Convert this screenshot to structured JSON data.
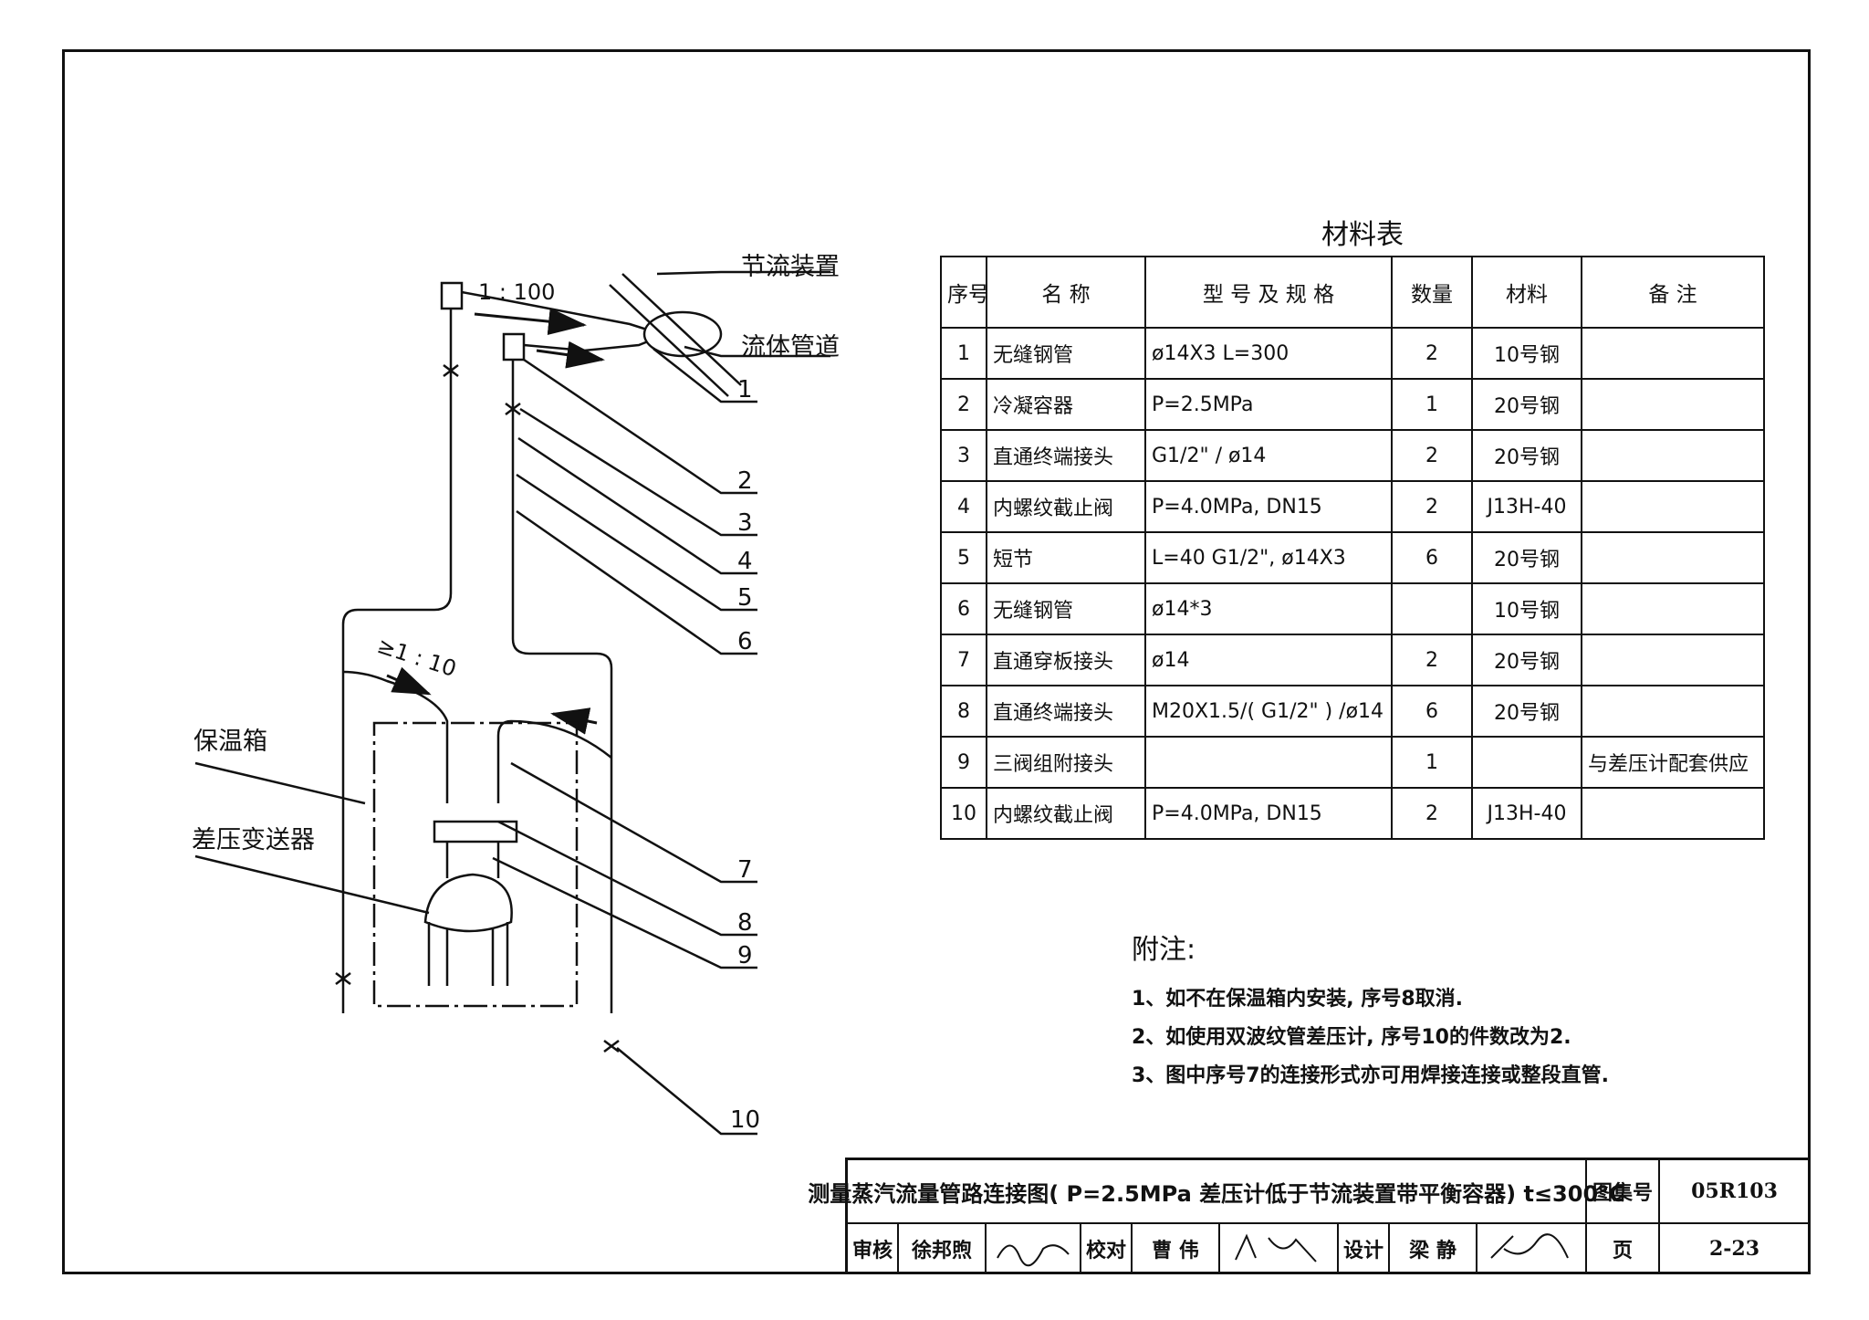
{
  "diagram": {
    "labels": {
      "throttle_device": "节流装置",
      "fluid_pipe": "流体管道",
      "insulation_box": "保温箱",
      "dp_transmitter": "差压变送器",
      "slope_top": "1 : 100",
      "slope_mid": "≥1 : 10"
    },
    "callouts": [
      "1",
      "2",
      "3",
      "4",
      "5",
      "6",
      "7",
      "8",
      "9",
      "10"
    ]
  },
  "material_table": {
    "title": "材料表",
    "headers": [
      "序号",
      "名 称",
      "型 号 及 规 格",
      "数量",
      "材料",
      "备 注"
    ],
    "rows": [
      [
        "1",
        "无缝钢管",
        "ø14X3 L=300",
        "2",
        "10号钢",
        ""
      ],
      [
        "2",
        "冷凝容器",
        "P=2.5MPa",
        "1",
        "20号钢",
        ""
      ],
      [
        "3",
        "直通终端接头",
        "G1/2\" / ø14",
        "2",
        "20号钢",
        ""
      ],
      [
        "4",
        "内螺纹截止阀",
        "P=4.0MPa, DN15",
        "2",
        "J13H-40",
        ""
      ],
      [
        "5",
        "短节",
        "L=40 G1/2\", ø14X3",
        "6",
        "20号钢",
        ""
      ],
      [
        "6",
        "无缝钢管",
        "ø14*3",
        "",
        "10号钢",
        ""
      ],
      [
        "7",
        "直通穿板接头",
        "ø14",
        "2",
        "20号钢",
        ""
      ],
      [
        "8",
        "直通终端接头",
        "M20X1.5/( G1/2\" ) /ø14",
        "6",
        "20号钢",
        ""
      ],
      [
        "9",
        "三阀组附接头",
        "",
        "1",
        "",
        "与差压计配套供应"
      ],
      [
        "10",
        "内螺纹截止阀",
        "P=4.0MPa, DN15",
        "2",
        "J13H-40",
        ""
      ]
    ]
  },
  "notes": {
    "title": "附注:",
    "items": [
      "1、如不在保温箱内安装, 序号8取消.",
      "2、如使用双波纹管差压计, 序号10的件数改为2.",
      "3、图中序号7的连接形式亦可用焊接连接或整段直管."
    ]
  },
  "title_block": {
    "drawing_title": "测量蒸汽流量管路连接图( P=2.5MPa 差压计低于节流装置带平衡容器) t≤300°C",
    "atlas_label": "图集号",
    "atlas_no": "05R103",
    "review_label": "审核",
    "reviewer": "徐邦煦",
    "check_label": "校对",
    "checker": "曹 伟",
    "design_label": "设计",
    "designer": "梁 静",
    "page_label": "页",
    "page_no": "2-23"
  }
}
